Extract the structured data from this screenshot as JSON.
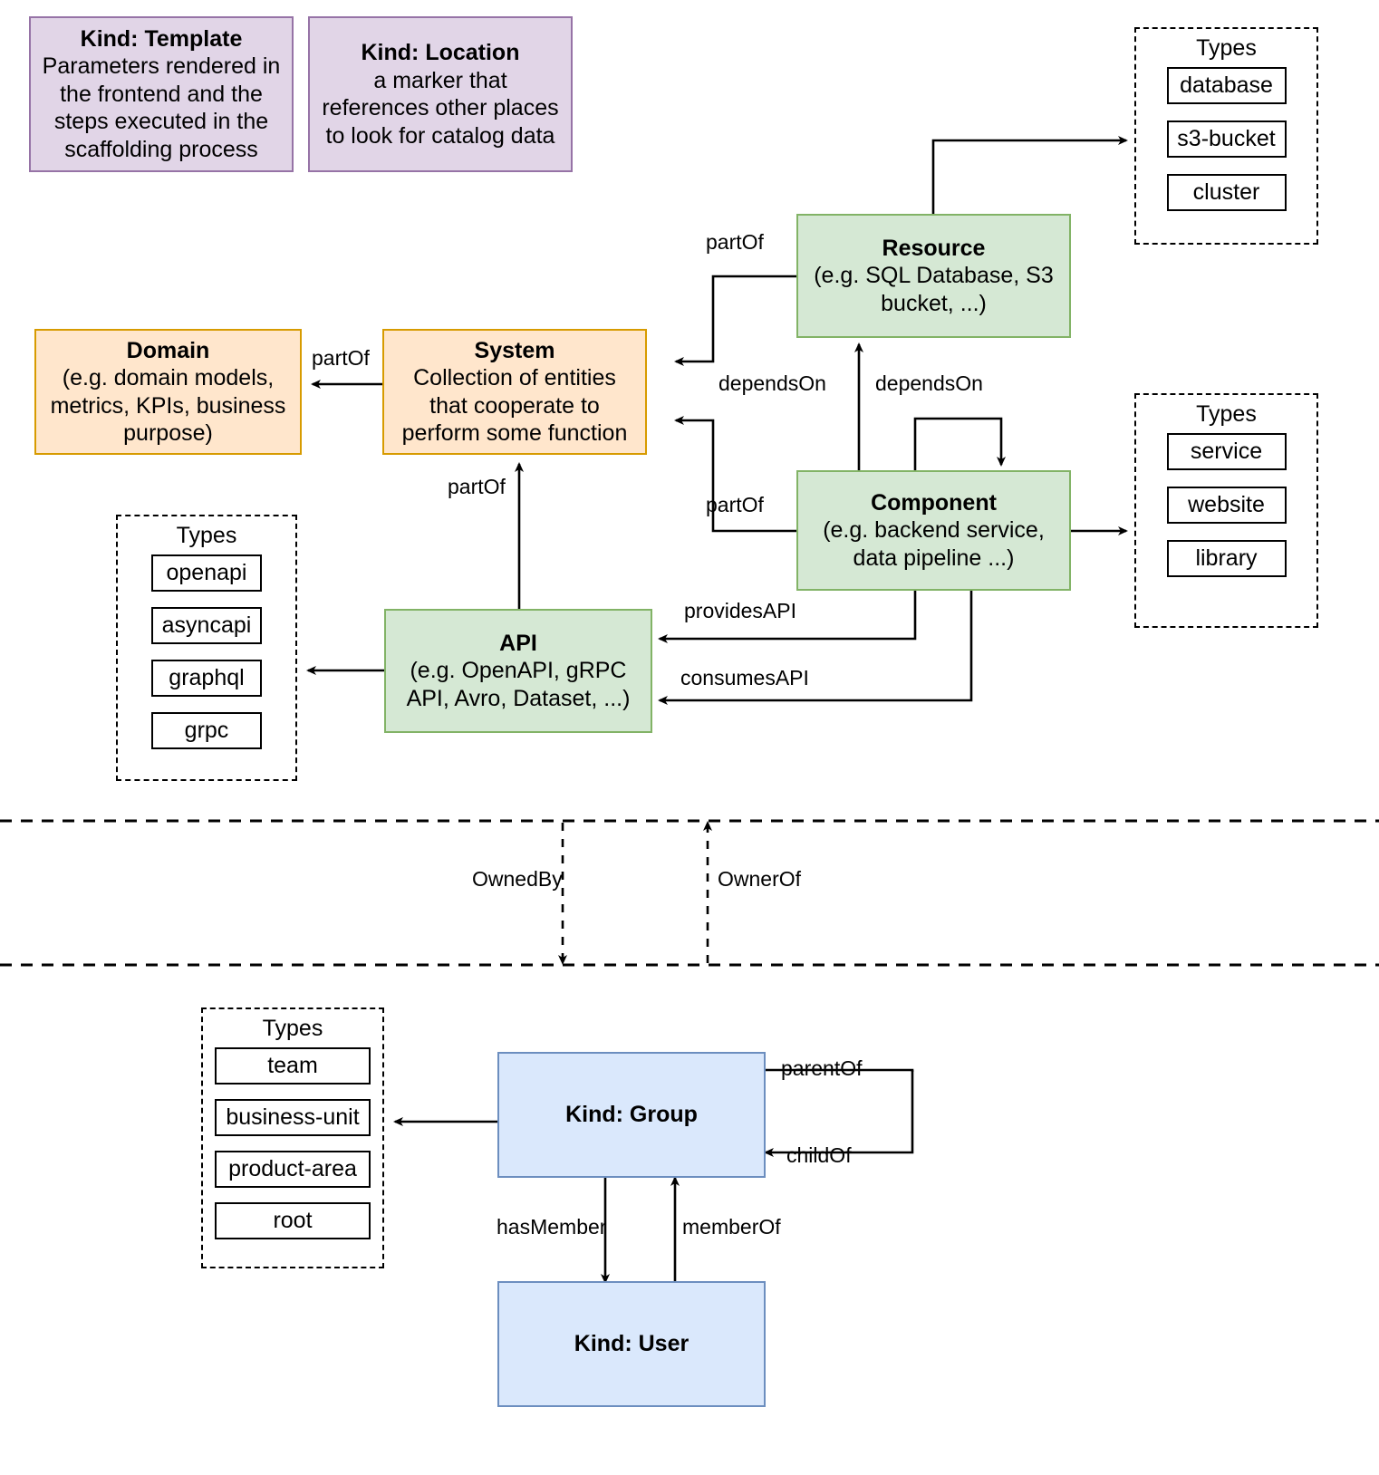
{
  "diagram": {
    "title": "Backstage Catalog Entity Kinds and Relations",
    "colors": {
      "purple_fill": "#e1d5e7",
      "purple_border": "#9673a6",
      "orange_fill": "#ffe6cc",
      "orange_border": "#d79b00",
      "green_fill": "#d5e8d4",
      "green_border": "#82b366",
      "blue_fill": "#dae8fc",
      "blue_border": "#6c8ebf",
      "line": "#000000"
    }
  },
  "nodes": {
    "template": {
      "title": "Kind: Template",
      "body": "Parameters rendered in the frontend and the steps executed in  the scaffolding process"
    },
    "location": {
      "title": "Kind: Location",
      "body": "a marker that references other places to look for catalog data"
    },
    "domain": {
      "title": "Domain",
      "body": "(e.g.  domain models, metrics, KPIs, business purpose)"
    },
    "system": {
      "title": "System",
      "body": "Collection of entities that cooperate to perform some function"
    },
    "resource": {
      "title": "Resource",
      "body": "(e.g. SQL Database, S3 bucket, ...)"
    },
    "component": {
      "title": "Component",
      "body": "(e.g. backend service, data pipeline ...)"
    },
    "api": {
      "title": "API",
      "body": "(e.g. OpenAPI, gRPC API, Avro, Dataset, ...)"
    },
    "group": {
      "title": "Kind: Group",
      "body": ""
    },
    "user": {
      "title": "Kind: User",
      "body": ""
    }
  },
  "type_groups": {
    "resource_types": {
      "label": "Types",
      "items": [
        "database",
        "s3-bucket",
        "cluster"
      ]
    },
    "component_types": {
      "label": "Types",
      "items": [
        "service",
        "website",
        "library"
      ]
    },
    "api_types": {
      "label": "Types",
      "items": [
        "openapi",
        "asyncapi",
        "graphql",
        "grpc"
      ]
    },
    "group_types": {
      "label": "Types",
      "items": [
        "team",
        "business-unit",
        "product-area",
        "root"
      ]
    }
  },
  "edge_labels": {
    "resource_partof_system": "partOf",
    "system_partof_domain": "partOf",
    "component_dependson_resource": "dependsOn",
    "component_dependson_component": "dependsOn",
    "component_partof_system": "partOf",
    "api_partof_system": "partOf",
    "component_providesapi": "providesAPI",
    "component_consumesapi": "consumesAPI",
    "ownedby": "OwnedBy",
    "ownerof": "OwnerOf",
    "group_parentof": "parentOf",
    "group_childof": "childOf",
    "group_hasmember": "hasMember",
    "user_memberof": "memberOf"
  }
}
